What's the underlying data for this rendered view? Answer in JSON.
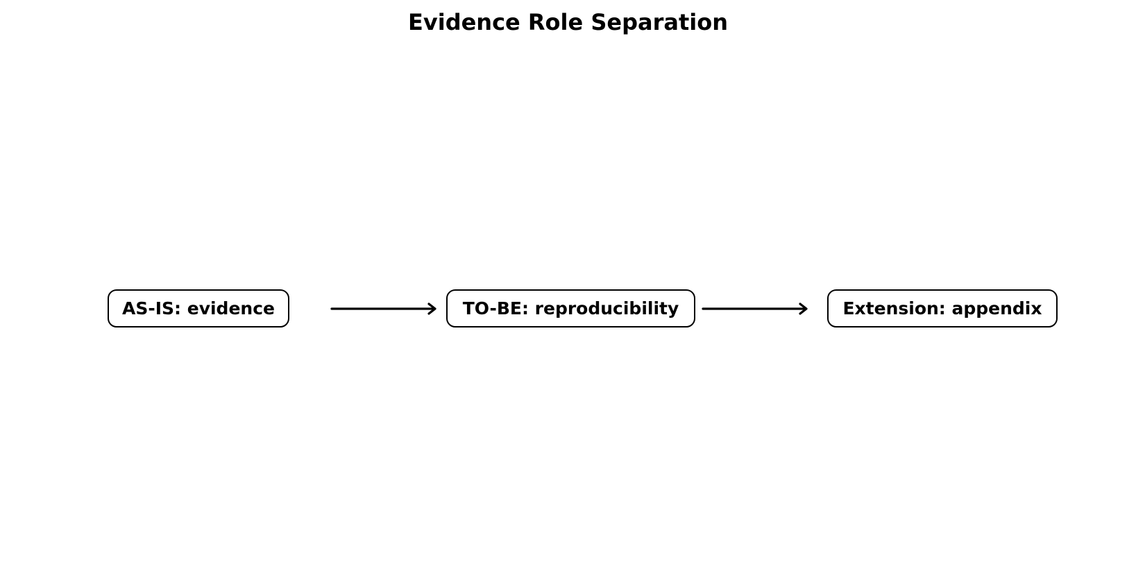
{
  "title": "Evidence Role Separation",
  "nodes": [
    {
      "label": "AS-IS: evidence"
    },
    {
      "label": "TO-BE: reproducibility"
    },
    {
      "label": "Extension: appendix"
    }
  ],
  "edges": [
    {
      "from": "AS-IS: evidence",
      "to": "TO-BE: reproducibility"
    },
    {
      "from": "TO-BE: reproducibility",
      "to": "Extension: appendix"
    }
  ],
  "colors": {
    "stroke": "#000000",
    "fill": "#ffffff",
    "text": "#000000"
  }
}
